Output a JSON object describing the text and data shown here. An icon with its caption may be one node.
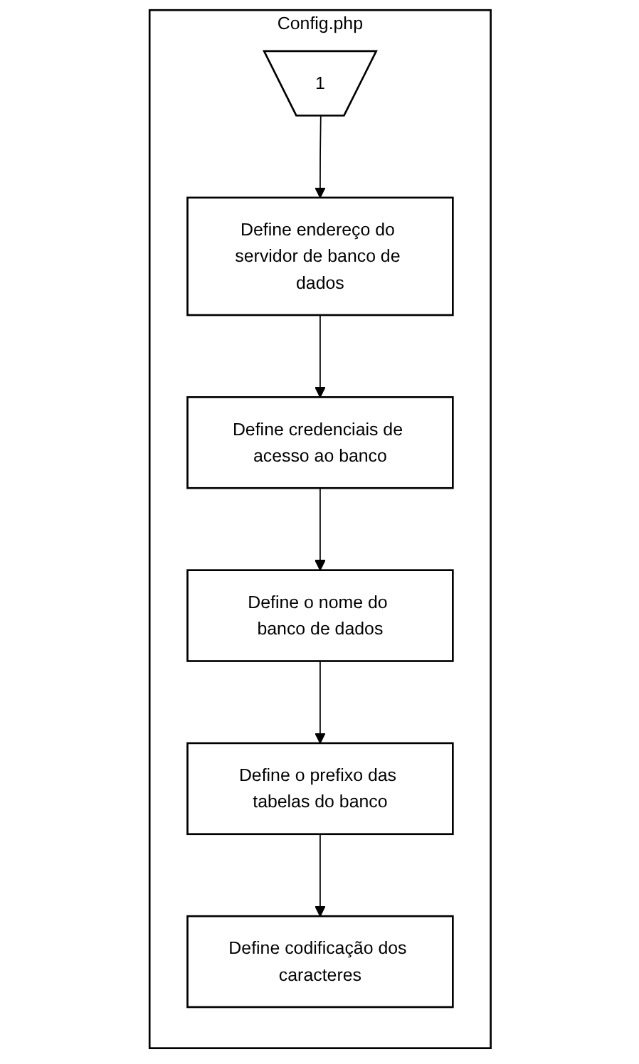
{
  "diagram": {
    "nodes": [
      {
        "text": [
          "Config.php"
        ]
      },
      {
        "text": [
          "1"
        ],
        "in": 0
      },
      {
        "text": [
          "Define endereço do servidor de banco de dados"
        ],
        "in": 0
      },
      {
        "text": [
          "Define credenciais de acesso ao banco"
        ],
        "in": 0
      },
      {
        "text": [
          "Define o nome do banco de dados"
        ],
        "in": 0
      },
      {
        "text": [
          "Define o prefixo das tabelas do banco"
        ],
        "in": 0
      },
      {
        "text": [
          "Define codificação dos caracteres"
        ],
        "in": 0
      }
    ],
    "edges": [
      {
        "from": 1,
        "to": 2,
        "arrow": "to"
      },
      {
        "from": 2,
        "to": 3,
        "arrow": "to"
      },
      {
        "from": 3,
        "to": 4,
        "arrow": "to"
      },
      {
        "from": 4,
        "to": 5,
        "arrow": "to"
      },
      {
        "from": 5,
        "to": 6,
        "arrow": "to"
      }
    ]
  }
}
